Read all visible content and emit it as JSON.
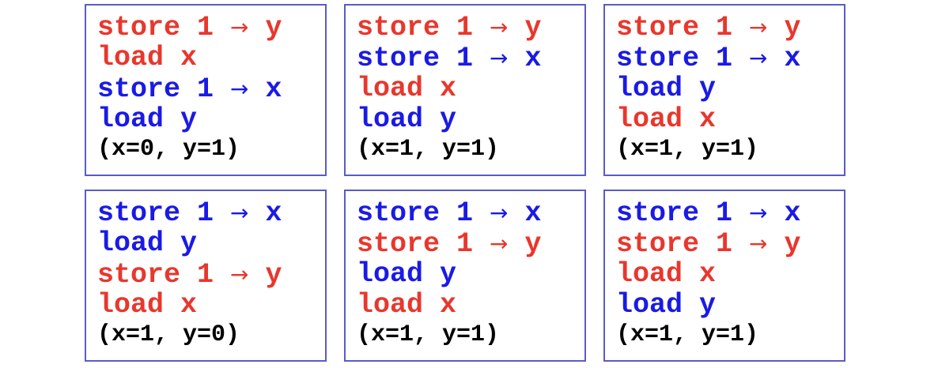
{
  "colors": {
    "thread_a": "#e8372d",
    "thread_b": "#1a1ae6",
    "result": "#000000",
    "border": "#5b5bc8"
  },
  "interleavings": [
    {
      "lines": [
        {
          "text": "store 1 ",
          "arrow": "→",
          "target": " y",
          "thread": "thread_a"
        },
        {
          "text": "load x",
          "arrow": "",
          "target": "",
          "thread": "thread_a"
        },
        {
          "text": "store 1 ",
          "arrow": "→",
          "target": " x",
          "thread": "thread_b"
        },
        {
          "text": "load y",
          "arrow": "",
          "target": "",
          "thread": "thread_b"
        }
      ],
      "result": "(x=0, y=1)"
    },
    {
      "lines": [
        {
          "text": "store 1 ",
          "arrow": "→",
          "target": " y",
          "thread": "thread_a"
        },
        {
          "text": "store 1 ",
          "arrow": "→",
          "target": " x",
          "thread": "thread_b"
        },
        {
          "text": "load x",
          "arrow": "",
          "target": "",
          "thread": "thread_a"
        },
        {
          "text": "load y",
          "arrow": "",
          "target": "",
          "thread": "thread_b"
        }
      ],
      "result": "(x=1, y=1)"
    },
    {
      "lines": [
        {
          "text": "store 1 ",
          "arrow": "→",
          "target": " y",
          "thread": "thread_a"
        },
        {
          "text": "store 1 ",
          "arrow": "→",
          "target": " x",
          "thread": "thread_b"
        },
        {
          "text": "load y",
          "arrow": "",
          "target": "",
          "thread": "thread_b"
        },
        {
          "text": "load x",
          "arrow": "",
          "target": "",
          "thread": "thread_a"
        }
      ],
      "result": "(x=1, y=1)"
    },
    {
      "lines": [
        {
          "text": "store 1 ",
          "arrow": "→",
          "target": " x",
          "thread": "thread_b"
        },
        {
          "text": "load y",
          "arrow": "",
          "target": "",
          "thread": "thread_b"
        },
        {
          "text": "store 1 ",
          "arrow": "→",
          "target": " y",
          "thread": "thread_a"
        },
        {
          "text": "load x",
          "arrow": "",
          "target": "",
          "thread": "thread_a"
        }
      ],
      "result": "(x=1, y=0)"
    },
    {
      "lines": [
        {
          "text": "store 1 ",
          "arrow": "→",
          "target": " x",
          "thread": "thread_b"
        },
        {
          "text": "store 1 ",
          "arrow": "→",
          "target": " y",
          "thread": "thread_a"
        },
        {
          "text": "load y",
          "arrow": "",
          "target": "",
          "thread": "thread_b"
        },
        {
          "text": "load x",
          "arrow": "",
          "target": "",
          "thread": "thread_a"
        }
      ],
      "result": "(x=1, y=1)"
    },
    {
      "lines": [
        {
          "text": "store 1 ",
          "arrow": "→",
          "target": " x",
          "thread": "thread_b"
        },
        {
          "text": "store 1 ",
          "arrow": "→",
          "target": " y",
          "thread": "thread_a"
        },
        {
          "text": "load x",
          "arrow": "",
          "target": "",
          "thread": "thread_a"
        },
        {
          "text": "load y",
          "arrow": "",
          "target": "",
          "thread": "thread_b"
        }
      ],
      "result": "(x=1, y=1)"
    }
  ]
}
